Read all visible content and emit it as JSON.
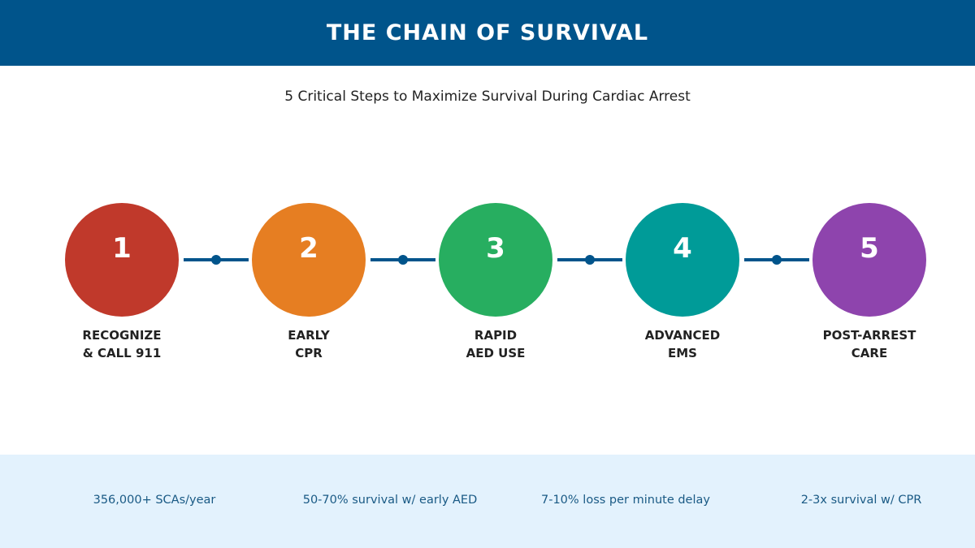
{
  "header": {
    "title": "THE CHAIN OF SURVIVAL"
  },
  "subtitle": "5 Critical Steps to Maximize Survival During Cardiac Arrest",
  "steps": [
    {
      "number": "1",
      "line1": "RECOGNIZE",
      "line2": "& CALL 911",
      "color": "#c0392b"
    },
    {
      "number": "2",
      "line1": "EARLY",
      "line2": "CPR",
      "color": "#e67e22"
    },
    {
      "number": "3",
      "line1": "RAPID",
      "line2": "AED USE",
      "color": "#27ae60"
    },
    {
      "number": "4",
      "line1": "ADVANCED",
      "line2": "EMS",
      "color": "#009b98"
    },
    {
      "number": "5",
      "line1": "POST-ARREST",
      "line2": "CARE",
      "color": "#8e44ad"
    }
  ],
  "stats": [
    "356,000+ SCAs/year",
    "50-70% survival w/ early AED",
    "7-10% loss per minute delay",
    "2-3x survival w/ CPR"
  ]
}
